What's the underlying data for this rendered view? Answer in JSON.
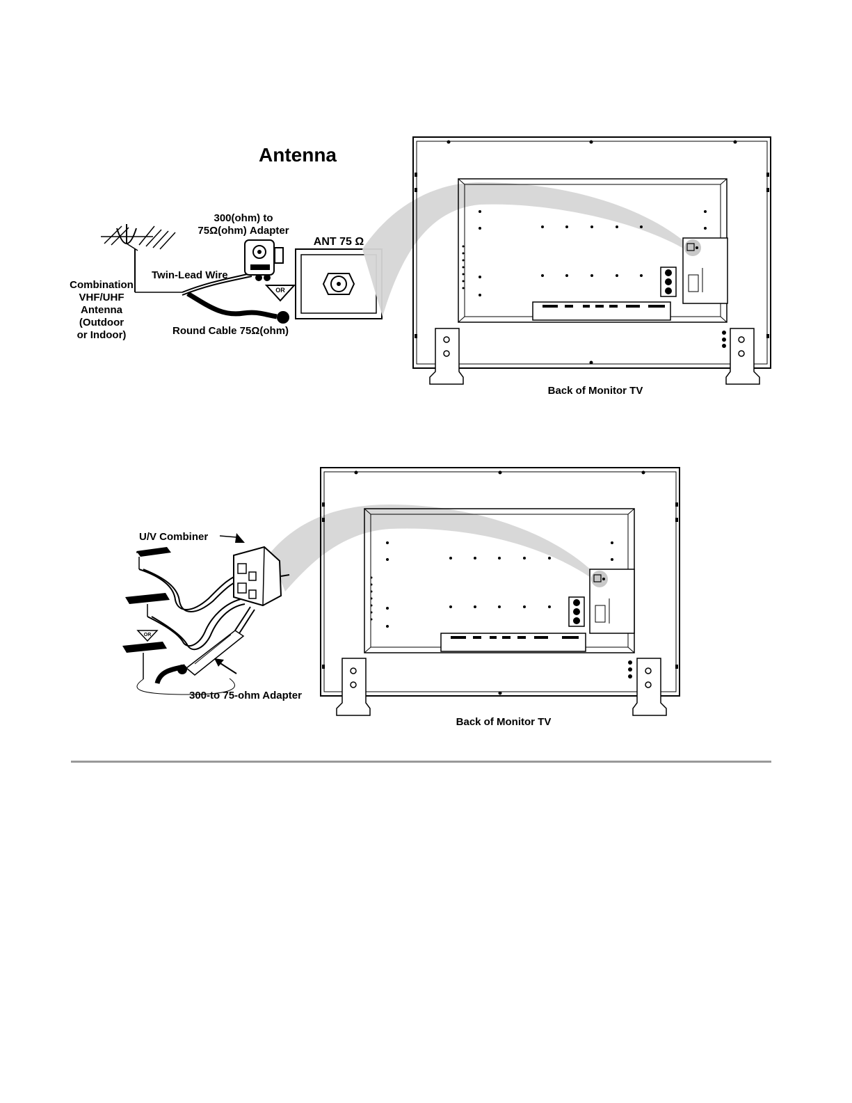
{
  "diagram1": {
    "title": "Antenna",
    "adapter_label_line1": "300(ohm) to",
    "adapter_label_line2": "75Ω(ohm) Adapter",
    "jack_label": "ANT 75 Ω",
    "twin_lead_label": "Twin-Lead Wire",
    "antenna_label_lines": [
      "Combination",
      "VHF/UHF",
      "Antenna",
      "(Outdoor",
      "or Indoor)"
    ],
    "round_cable_label": "Round Cable 75Ω(ohm)",
    "or_badge": "OR",
    "caption": "Back of  Monitor TV"
  },
  "diagram2": {
    "combiner_label": "U/V Combiner",
    "adapter_label": "300-to 75-ohm Adapter",
    "or_badge": "OR",
    "caption": "Back of  Monitor TV"
  }
}
